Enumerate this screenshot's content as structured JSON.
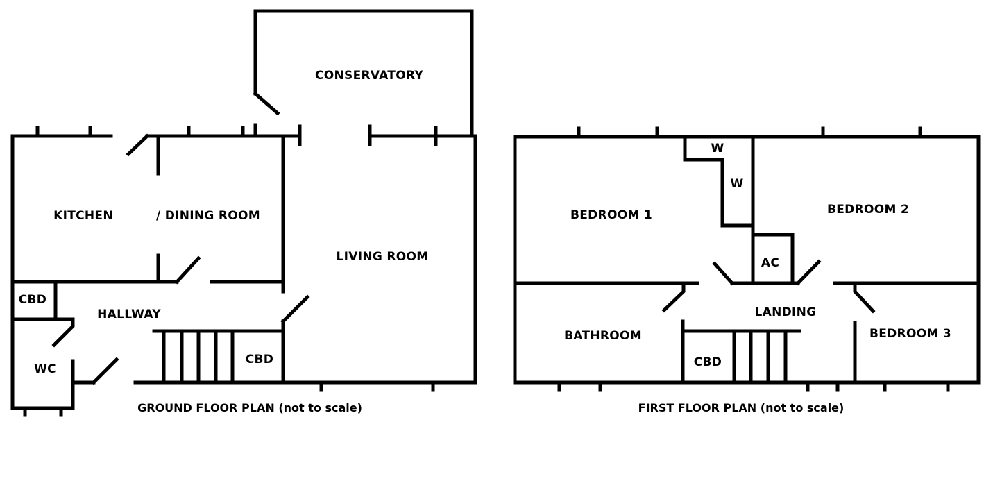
{
  "ground_floor": {
    "caption": "GROUND FLOOR PLAN (not to scale)",
    "rooms": {
      "conservatory": "CONSERVATORY",
      "kitchen": "KITCHEN",
      "dining": "/ DINING ROOM",
      "living": "LIVING ROOM",
      "hallway": "HALLWAY",
      "cbd_hall": "CBD",
      "wc": "WC",
      "cbd_stairs": "CBD"
    }
  },
  "first_floor": {
    "caption": "FIRST FLOOR PLAN (not to scale)",
    "rooms": {
      "bedroom1": "BEDROOM 1",
      "bedroom2": "BEDROOM 2",
      "bedroom3": "BEDROOM 3",
      "w1": "W",
      "w2": "W",
      "ac": "AC",
      "landing": "LANDING",
      "bathroom": "BATHROOM",
      "cbd": "CBD"
    }
  }
}
